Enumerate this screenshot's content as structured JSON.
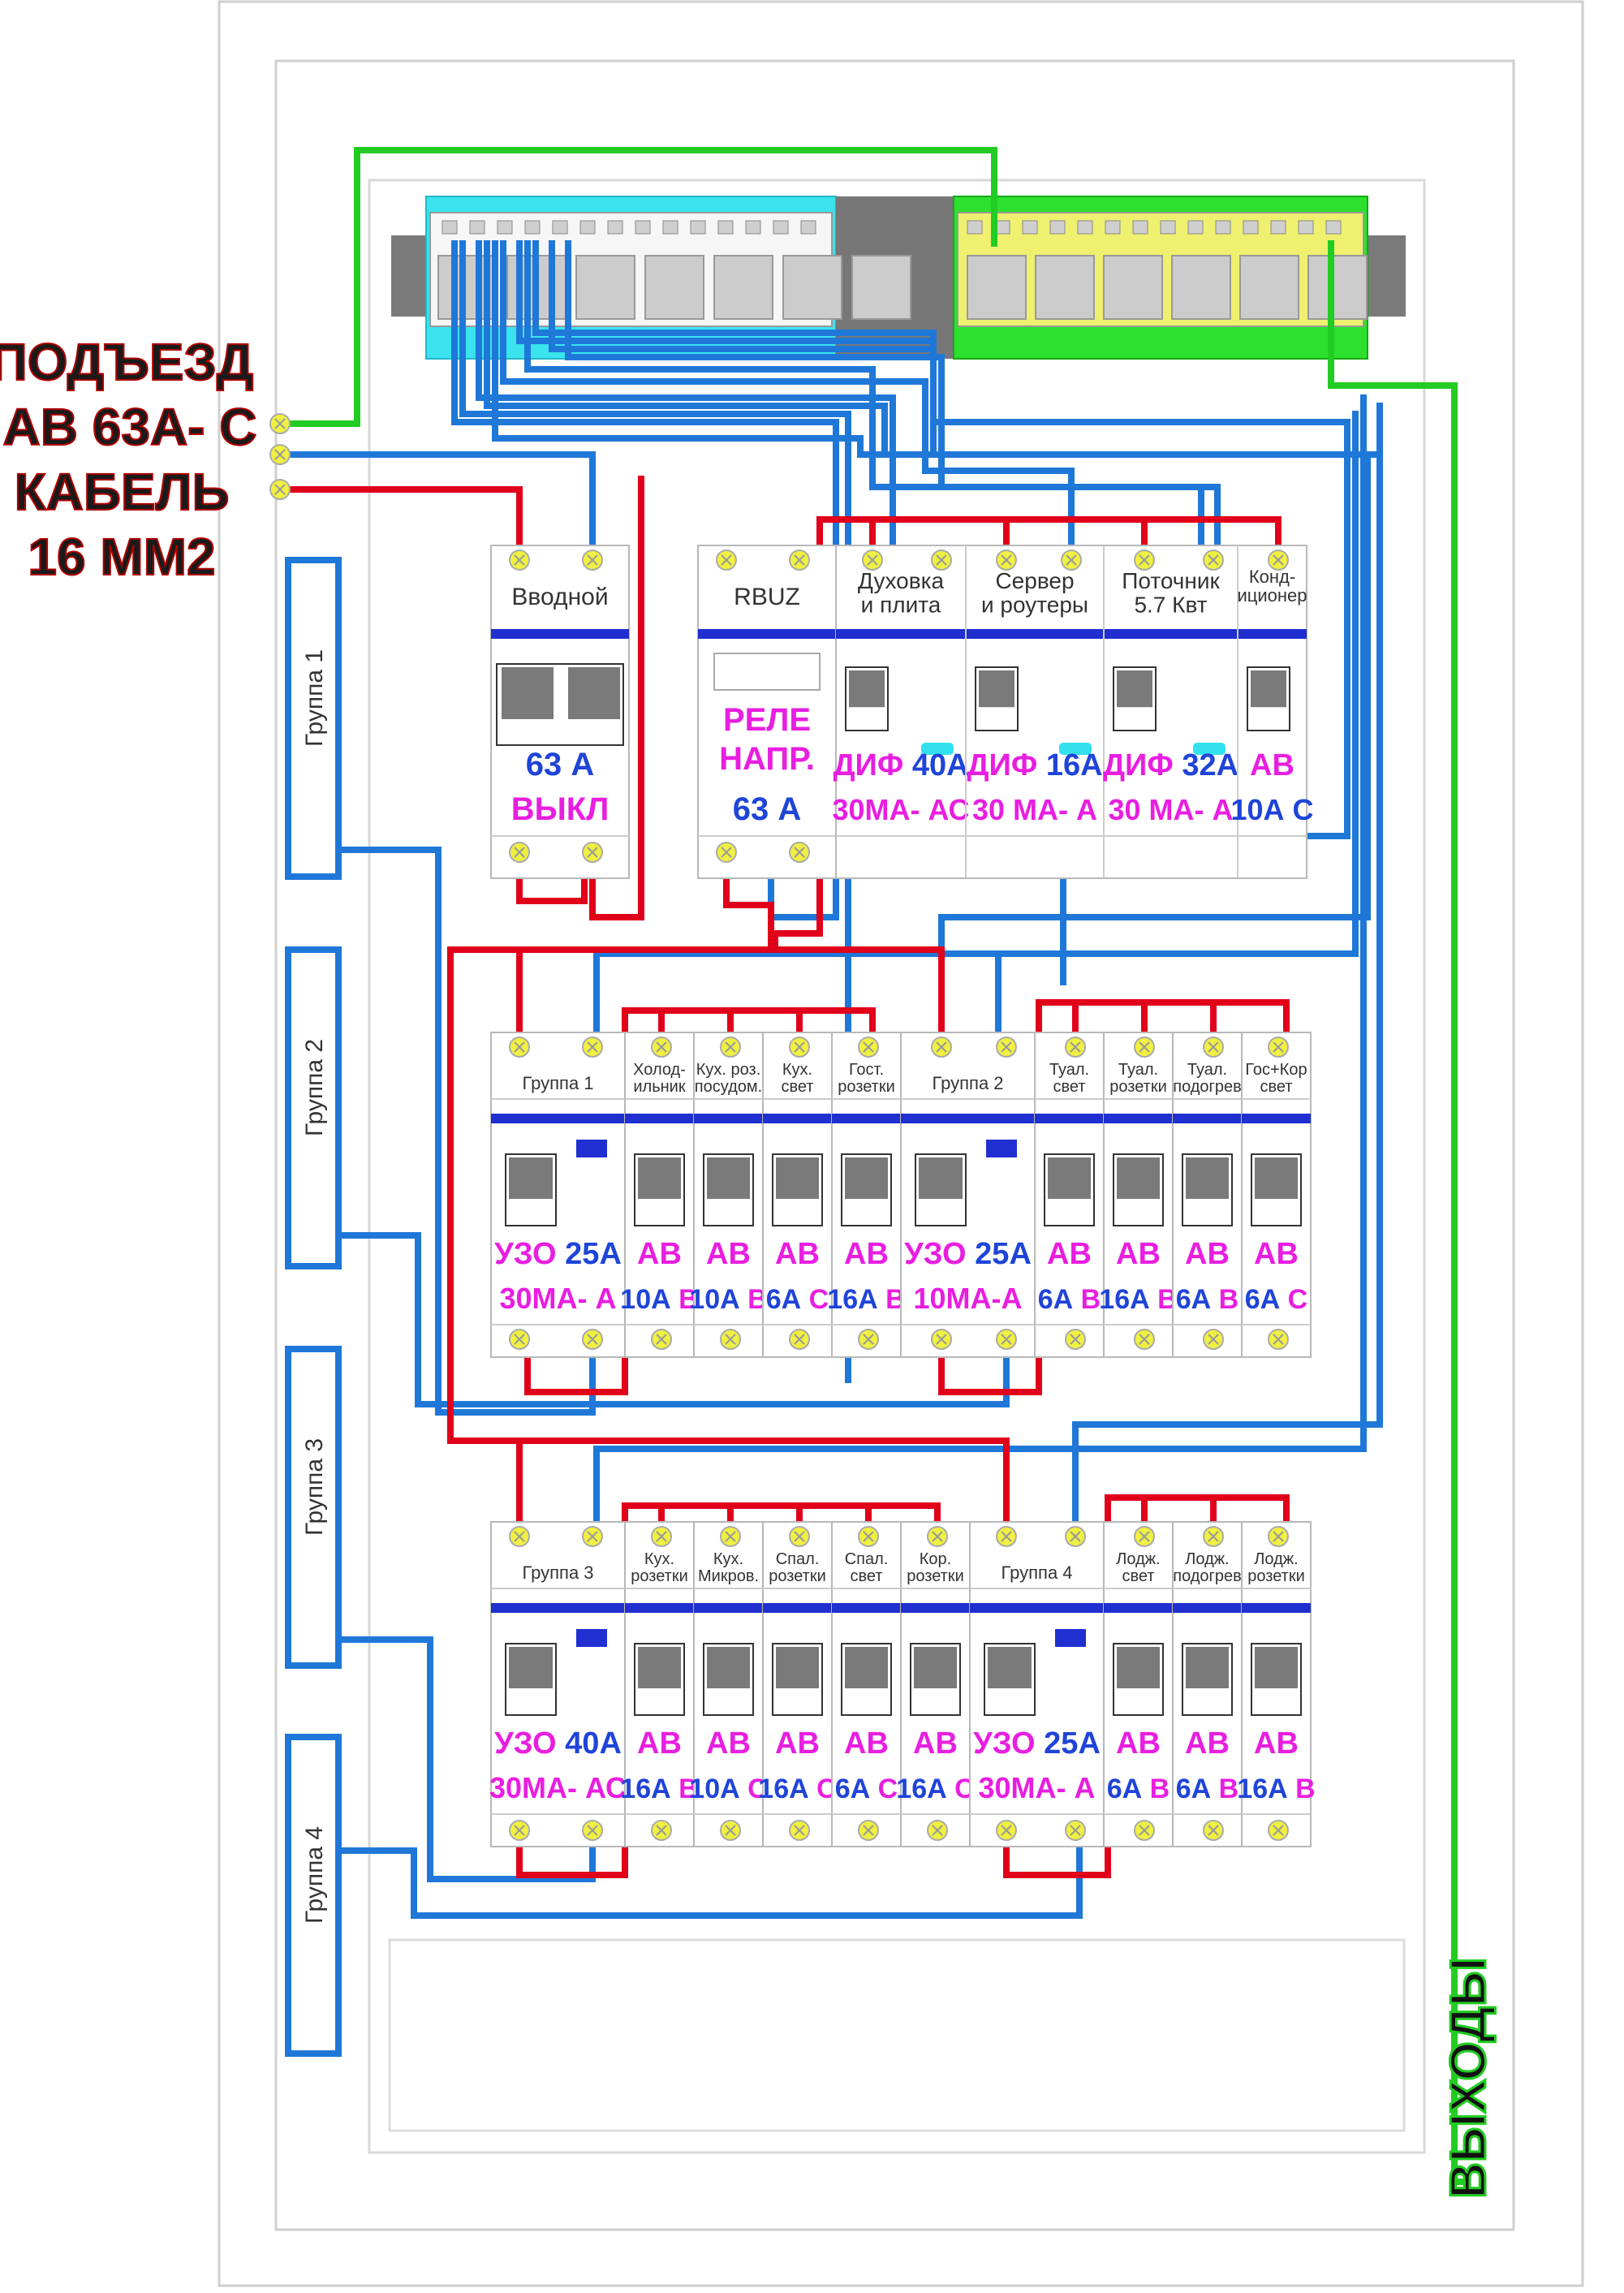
{
  "colors": {
    "phase": "#e0001a",
    "neutral": "#1f78d8",
    "earth": "#22cc22",
    "earth_bus": "#2ee02e",
    "neutral_bus": "#33e0ee",
    "rating_blue": "#1f44d8",
    "rating_magenta": "#e81ee0",
    "bus_bar": "#1f2fd0",
    "terminal": "#f0f040",
    "note_stroke": "#a00000"
  },
  "input_note": {
    "lines": [
      "ПОДЪЕЗД",
      "АВ 63А- С",
      "КАБЕЛЬ",
      "16 ММ2"
    ]
  },
  "outputs_label": "ВЫХОДЫ",
  "groups": [
    {
      "label": "Группа 1"
    },
    {
      "label": "Группа 2"
    },
    {
      "label": "Группа 3"
    },
    {
      "label": "Группа 4"
    }
  ],
  "row1": [
    {
      "title": "Вводной",
      "rating": "63 А",
      "type": "ВЫКЛ"
    },
    {
      "title": "RBUZ",
      "rating": "РЕЛЕ\nНАПР.",
      "type": "63 А"
    },
    {
      "title": "Духовка\nи плита",
      "rating_a": "ДИФ",
      "rating_b": "40А",
      "type": "30МА- АС"
    },
    {
      "title": "Сервер\nи роутеры",
      "rating_a": "ДИФ",
      "rating_b": "16А",
      "type": "30 МА- А"
    },
    {
      "title": "Поточник\n5.7 Квт",
      "rating_a": "ДИФ",
      "rating_b": "32А",
      "type": "30 МА- А"
    },
    {
      "title": "Конд-\nиционер",
      "rating": "АВ",
      "type": "10А С"
    }
  ],
  "row2": [
    {
      "title": "Группа 1",
      "rating_a": "УЗО",
      "rating_b": "25А",
      "type": "30МА- А"
    },
    {
      "title": "Холод-\nильник",
      "rating": "АВ",
      "amp": "10А",
      "curve": "В"
    },
    {
      "title": "Кух. роз.\nпосудом.",
      "rating": "АВ",
      "amp": "10А",
      "curve": "В"
    },
    {
      "title": "Кух.\nсвет",
      "rating": "АВ",
      "amp": "6А",
      "curve": "С"
    },
    {
      "title": "Гост.\nрозетки",
      "rating": "АВ",
      "amp": "16А",
      "curve": "В"
    },
    {
      "title": "Группа 2",
      "rating_a": "УЗО",
      "rating_b": "25А",
      "type": "10МА-А"
    },
    {
      "title": "Туал.\nсвет",
      "rating": "АВ",
      "amp": "6А",
      "curve": "В"
    },
    {
      "title": "Туал.\nрозетки",
      "rating": "АВ",
      "amp": "16А",
      "curve": "В"
    },
    {
      "title": "Туал.\nподогрев",
      "rating": "АВ",
      "amp": "6А",
      "curve": "В"
    },
    {
      "title": "Гос+Кор\nсвет",
      "rating": "АВ",
      "amp": "6А",
      "curve": "С"
    }
  ],
  "row3": [
    {
      "title": "Группа 3",
      "rating_a": "УЗО",
      "rating_b": "40А",
      "type": "30МА- АС"
    },
    {
      "title": "Кух.\nрозетки",
      "rating": "АВ",
      "amp": "16А",
      "curve": "В"
    },
    {
      "title": "Кух.\nМикров.",
      "rating": "АВ",
      "amp": "10А",
      "curve": "С"
    },
    {
      "title": "Спал.\nрозетки",
      "rating": "АВ",
      "amp": "16А",
      "curve": "С"
    },
    {
      "title": "Спал.\nсвет",
      "rating": "АВ",
      "amp": "6А",
      "curve": "С"
    },
    {
      "title": "Кор.\nрозетки",
      "rating": "АВ",
      "amp": "16А",
      "curve": "С"
    },
    {
      "title": "Группа 4",
      "rating_a": "УЗО",
      "rating_b": "25А",
      "type": "30МА- А"
    },
    {
      "title": "Лодж.\nсвет",
      "rating": "АВ",
      "amp": "6А",
      "curve": "В"
    },
    {
      "title": "Лодж.\nподогрев",
      "rating": "АВ",
      "amp": "6А",
      "curve": "В"
    },
    {
      "title": "Лодж.\nрозетки",
      "rating": "АВ",
      "amp": "16А",
      "curve": "В"
    }
  ]
}
